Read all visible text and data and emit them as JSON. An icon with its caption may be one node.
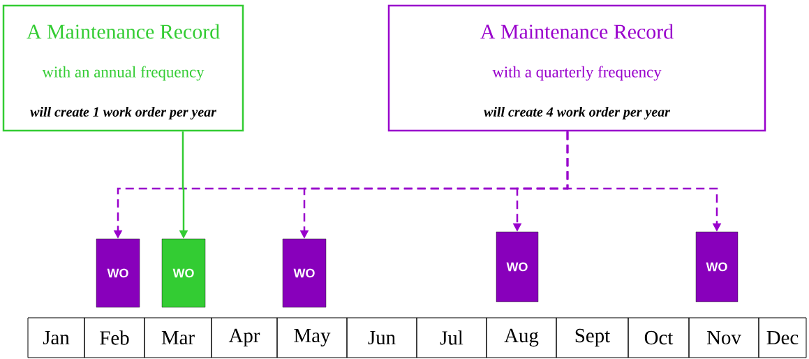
{
  "diagram": {
    "nodes": [
      {
        "text": [
          "A Maintenance Record",
          "with an annual frequency",
          "will create 1 work order per year"
        ]
      },
      {
        "text": [
          "A Maintenance Record",
          "with a quarterly frequency",
          "will create 4 work order per year"
        ]
      },
      {
        "text": [
          "WO"
        ]
      },
      {
        "text": [
          "WO"
        ]
      },
      {
        "text": [
          "WO"
        ]
      },
      {
        "text": [
          "WO"
        ]
      },
      {
        "text": [
          "WO"
        ]
      },
      {
        "text": [
          "Jan"
        ]
      },
      {
        "text": [
          "Feb"
        ]
      },
      {
        "text": [
          "Mar"
        ]
      },
      {
        "text": [
          "Apr"
        ]
      },
      {
        "text": [
          "May"
        ]
      },
      {
        "text": [
          "Jun"
        ]
      },
      {
        "text": [
          "Jul"
        ]
      },
      {
        "text": [
          "Aug"
        ]
      },
      {
        "text": [
          "Sept"
        ]
      },
      {
        "text": [
          "Oct"
        ]
      },
      {
        "text": [
          "Nov"
        ]
      },
      {
        "text": [
          "Dec"
        ]
      }
    ],
    "edges": [
      {
        "from": 1,
        "to": 2,
        "arrow": "to",
        "style": "dashed"
      },
      {
        "from": 0,
        "to": 3,
        "arrow": "to",
        "color": "#33cc33"
      },
      {
        "from": 1,
        "to": 4,
        "arrow": "to",
        "style": "dashed"
      },
      {
        "from": 1,
        "to": 5,
        "arrow": "to",
        "style": "dashed"
      },
      {
        "from": 1,
        "to": 6,
        "arrow": "to",
        "style": "dashed"
      }
    ]
  }
}
